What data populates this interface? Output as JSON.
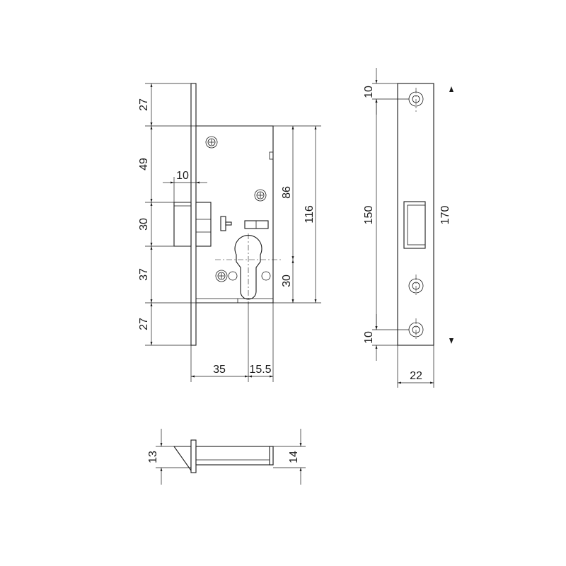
{
  "drawing": {
    "front_view": {
      "dimensions": {
        "faceplate_top_segment": "27",
        "top_to_latch": "49",
        "latch_height": "30",
        "latch_to_cylinder": "37",
        "bottom_segment": "27",
        "latch_projection": "10",
        "cylinder_center_to_bottom": "30",
        "lower_case_height": "86",
        "case_height": "116",
        "backset": "35",
        "cylinder_offset": "15.5"
      }
    },
    "side_view": {
      "dimensions": {
        "top_hole_offset": "10",
        "hole_spacing": "150",
        "bottom_hole_offset": "10",
        "faceplate_length": "170",
        "faceplate_width": "22"
      }
    },
    "bottom_view": {
      "dimensions": {
        "latch_thickness": "13",
        "case_thickness": "14"
      }
    }
  }
}
